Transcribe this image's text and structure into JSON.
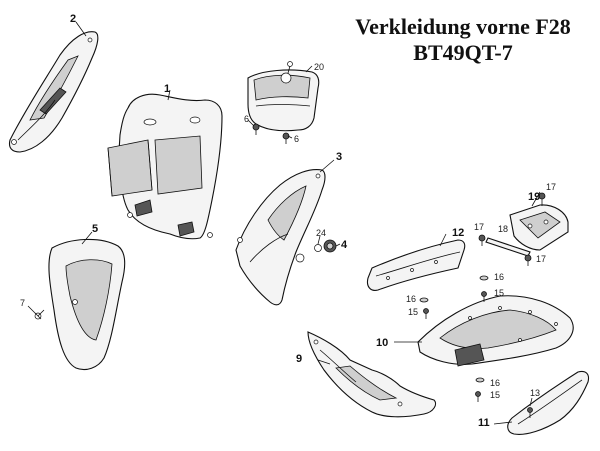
{
  "title": {
    "line1": "Verkleidung vorne F28",
    "line2": "BT49QT-7"
  },
  "callouts": {
    "p1": "1",
    "p2": "2",
    "p3": "3",
    "p4": "4",
    "p5": "5",
    "p6a": "6",
    "p6b": "6",
    "p7": "7",
    "p9": "9",
    "p10": "10",
    "p11": "11",
    "p12": "12",
    "p13": "13",
    "p15a": "15",
    "p15b": "15",
    "p15c": "15",
    "p16a": "16",
    "p16b": "16",
    "p16c": "16",
    "p17a": "17",
    "p17b": "17",
    "p17c": "17",
    "p18": "18",
    "p19": "19",
    "p20": "20",
    "p24": "24"
  }
}
